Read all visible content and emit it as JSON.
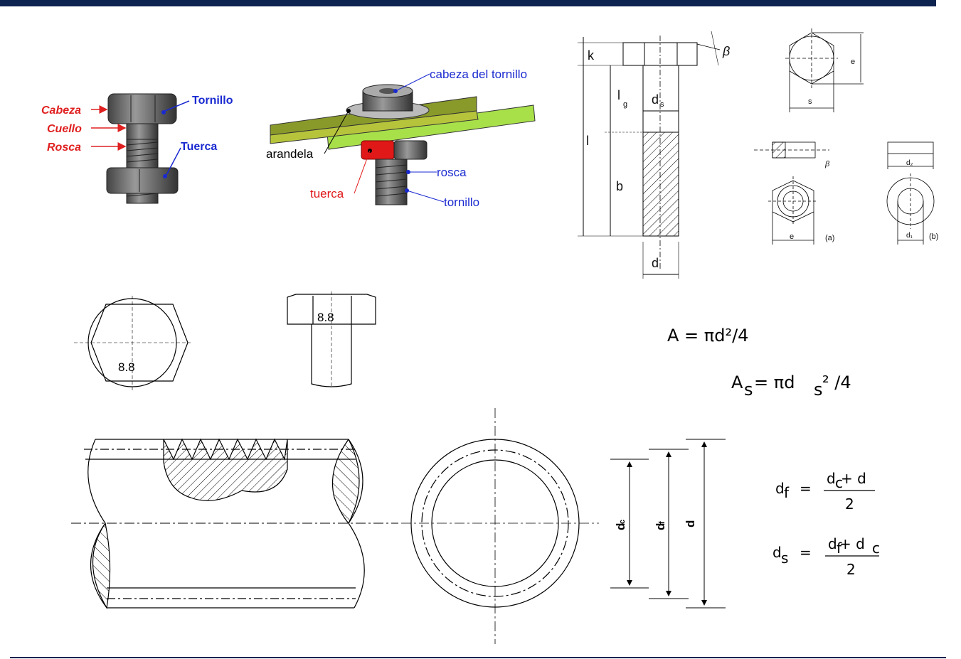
{
  "bolt_labels": {
    "cabeza": "Cabeza",
    "cuello": "Cuello",
    "rosca": "Rosca",
    "tornillo": "Tornillo",
    "tuerca": "Tuerca"
  },
  "assembly_labels": {
    "cabeza_del_tornillo": "cabeza del tornillo",
    "arandela": "arandela",
    "tuerca": "tuerca",
    "rosca": "rosca",
    "tornillo": "tornillo"
  },
  "dimension_labels": {
    "k": "k",
    "beta": "β",
    "lg": "l",
    "lg_sub": "g",
    "ds": "d",
    "ds_sub": "s",
    "l": "l",
    "b": "b",
    "d": "d",
    "e_top": "e",
    "s": "s",
    "beta_small": "β",
    "d2": "d₂",
    "e_bottom": "e",
    "a": "(a)",
    "d1": "d₁",
    "b_label": "(b)"
  },
  "grade_marks": {
    "top_view": "8.8",
    "side_view": "8.8"
  },
  "formulas": {
    "area_a": "A  =  πd²/4",
    "area_as_main": "A",
    "area_as_sub": "s",
    "area_as_rest": "  =  πd",
    "area_as_sub2": "s",
    "area_as_end": "² /4",
    "df_lhs": "d",
    "df_lhs_sub": "f",
    "df_eq": "=",
    "df_num": "dc + d",
    "df_num_d": "d",
    "df_num_sub": "c",
    "df_num_rest": " + d",
    "df_den": "2",
    "ds_lhs": "d",
    "ds_lhs_sub": "s",
    "ds_eq": "=",
    "ds_num_d1": "d",
    "ds_num_sub1": "f",
    "ds_num_plus": " + d",
    "ds_num_sub2": "c",
    "ds_den": "2"
  },
  "thread_dims": {
    "dc": "d",
    "dc_sub": "c",
    "df": "d",
    "df_sub": "f",
    "d": "d"
  },
  "colors": {
    "header_bar": "#0d2450",
    "red_label": "#e02020",
    "blue_label": "#1a2ad0",
    "plate_green": "#a8c43a",
    "plate_olive": "#8a9a2a"
  }
}
